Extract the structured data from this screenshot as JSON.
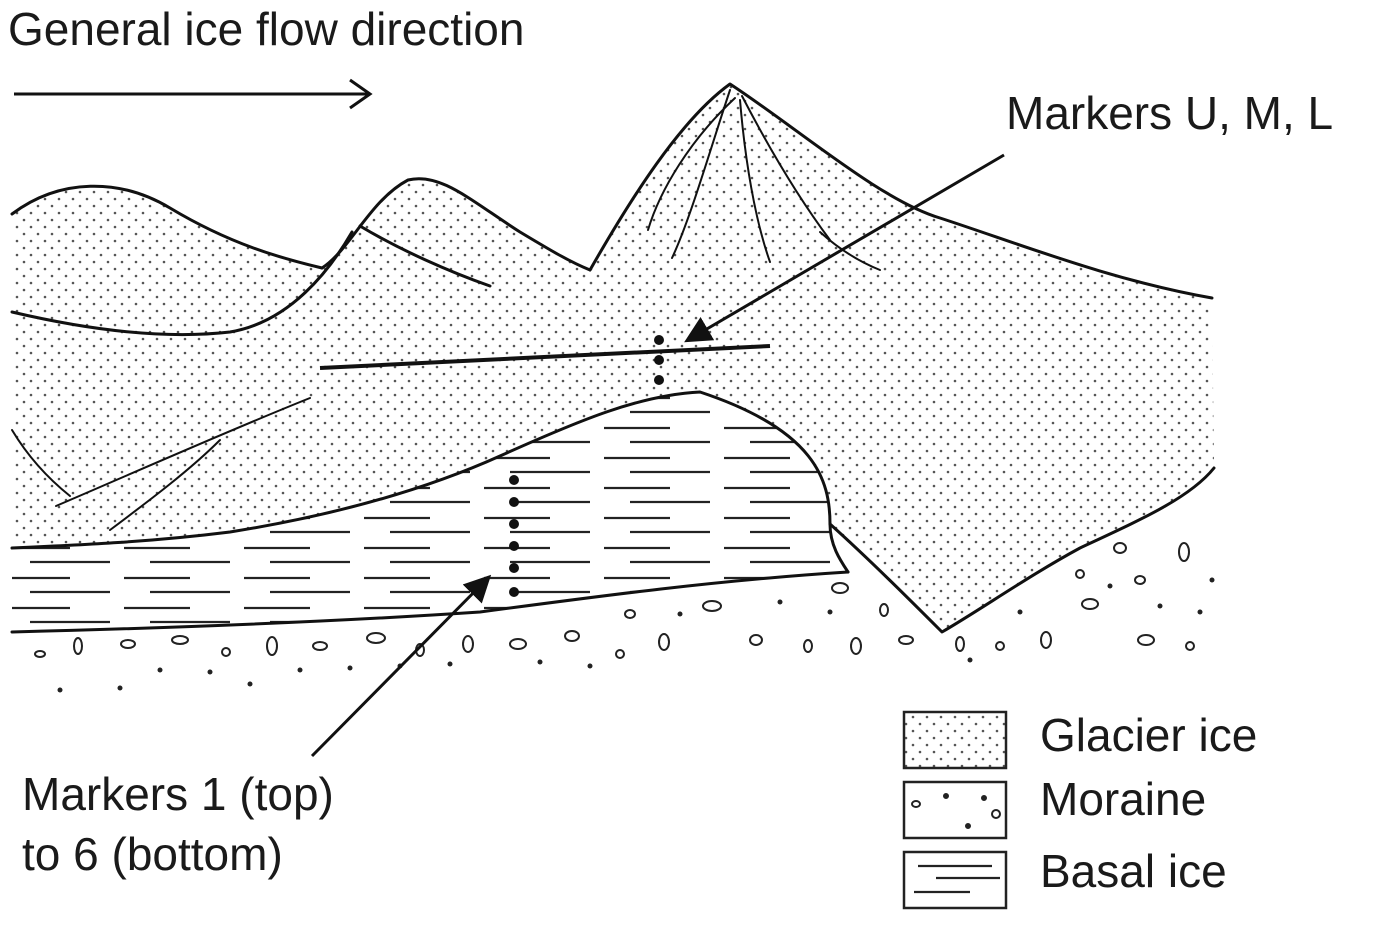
{
  "labels": {
    "flow_direction": "General ice flow direction",
    "markers_uml": "Markers U, M, L",
    "markers_1_6_line1": "Markers 1 (top)",
    "markers_1_6_line2": "to 6 (bottom)"
  },
  "legend": {
    "glacier_ice": "Glacier ice",
    "moraine": "Moraine",
    "basal_ice": "Basal ice"
  },
  "colors": {
    "ink": "#1a1a1a",
    "background": "#ffffff"
  }
}
